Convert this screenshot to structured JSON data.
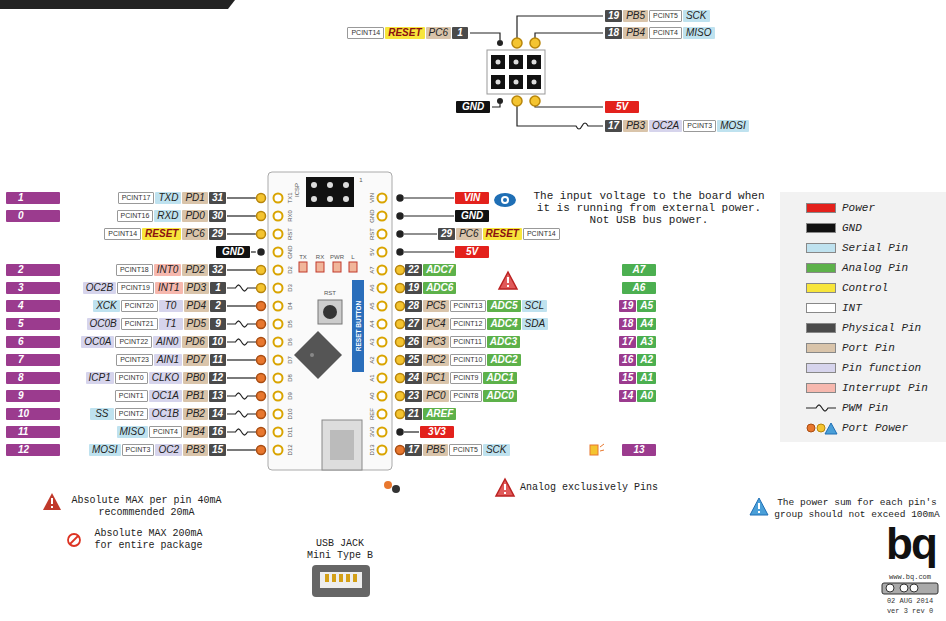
{
  "diagram": {
    "labels": [
      "19",
      "PB5",
      "PCINT5",
      "SCK",
      "PCINT14",
      "RESET",
      "PC6",
      "1",
      "18",
      "PB4",
      "PCINT4",
      "MISO",
      "GND",
      "5V",
      "17",
      "PB3",
      "OC2A",
      "PCINT3",
      "MOSI",
      "1",
      "PCINT17",
      "TXD",
      "PD1",
      "31",
      "0",
      "PCINT16",
      "RXD",
      "PD0",
      "30",
      "PCINT14",
      "RESET",
      "PC6",
      "29",
      "GND",
      "2",
      "PCINT18",
      "INT0",
      "PD2",
      "32",
      "3",
      "OC2B",
      "PCINT19",
      "INT1",
      "PD3",
      "1",
      "4",
      "XCK",
      "PCINT20",
      "T0",
      "PD4",
      "2",
      "5",
      "OC0B",
      "PCINT21",
      "T1",
      "PD5",
      "9",
      "6",
      "OC0A",
      "PCINT22",
      "AIN0",
      "PD6",
      "10",
      "7",
      "PCINT23",
      "AIN1",
      "PD7",
      "11",
      "8",
      "ICP1",
      "PCINT0",
      "CLKO",
      "PB0",
      "12",
      "9",
      "PCINT1",
      "OC1A",
      "PB1",
      "13",
      "10",
      "SS",
      "PCINT2",
      "OC1B",
      "PB2",
      "14",
      "11",
      "MISO",
      "PCINT4",
      "PB4",
      "16",
      "12",
      "MOSI",
      "PCINT3",
      "OC2",
      "PB3",
      "15",
      "VIN",
      "GND",
      "29",
      "PC6",
      "RESET",
      "PCINT14",
      "5V",
      "22",
      "ADC7",
      "A7",
      "19",
      "ADC6",
      "A6",
      "28",
      "PC5",
      "PCINT13",
      "ADC5",
      "SCL",
      "19",
      "A5",
      "27",
      "PC4",
      "PCINT12",
      "ADC4",
      "SDA",
      "18",
      "A4",
      "26",
      "PC3",
      "PCINT11",
      "ADC3",
      "17",
      "A3",
      "25",
      "PC2",
      "PCINT10",
      "ADC2",
      "16",
      "A2",
      "24",
      "PC1",
      "PCINT9",
      "ADC1",
      "15",
      "A1",
      "23",
      "PC0",
      "PCINT8",
      "ADC0",
      "14",
      "A0",
      "21",
      "AREF",
      "3V3",
      "17",
      "PB5",
      "PCINT5",
      "SCK",
      "13",
      "TX1",
      "RX0",
      "RST",
      "GND",
      "D2",
      "D3",
      "D4",
      "D5",
      "D6",
      "D7",
      "D8",
      "D9",
      "D10",
      "D11",
      "D12",
      "VIN",
      "GND",
      "RST",
      "5V",
      "A7",
      "A6",
      "A5",
      "A4",
      "A3",
      "A2",
      "A1",
      "A0",
      "REF",
      "3V3",
      "D13",
      "ICSP",
      "1",
      "TX",
      "RX",
      "PWR",
      "L",
      "RST",
      "RESET BUTTON",
      "The input voltage to the board when it is running from external power. Not USB bus power.",
      "Absolute MAX per pin 40mA recommended 20mA",
      "Absolute MAX 200mA for entire package",
      "USB JACK Mini Type B",
      "Analog exclusively Pins",
      "The power sum for each pin's group should not exceed 100mA",
      "bq",
      "www.bq.com",
      "02 AUG 2014",
      "ver 3 rev 0"
    ],
    "legend": [
      {
        "text": "Power",
        "color": "#e3211c"
      },
      {
        "text": "GND",
        "color": "#111111"
      },
      {
        "text": "Serial Pin",
        "color": "#bfe2ef"
      },
      {
        "text": "Analog Pin",
        "color": "#5db14a"
      },
      {
        "text": "Control",
        "color": "#f7e53b"
      },
      {
        "text": "INT",
        "color": "#ffffff"
      },
      {
        "text": "Physical Pin",
        "color": "#4a4a4a"
      },
      {
        "text": "Port Pin",
        "color": "#d9c4aa"
      },
      {
        "text": "Pin function",
        "color": "#d6d4ec"
      },
      {
        "text": "Interrupt Pin",
        "color": "#f6b8ae"
      },
      {
        "text": "PWM Pin"
      },
      {
        "text": "Port Power"
      }
    ]
  }
}
